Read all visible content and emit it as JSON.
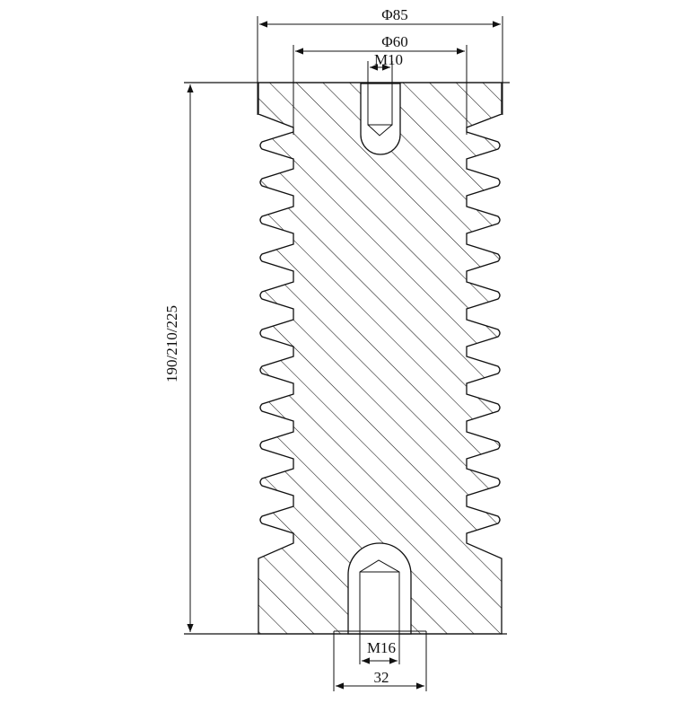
{
  "drawing": {
    "title": "",
    "dimensions": {
      "outer_diameter": "Φ85",
      "inner_diameter": "Φ60",
      "top_thread": "M10",
      "height": "190/210/225",
      "bottom_thread": "M16",
      "base_width": "32"
    },
    "colors": {
      "line": "#111111",
      "background": "#ffffff"
    }
  }
}
